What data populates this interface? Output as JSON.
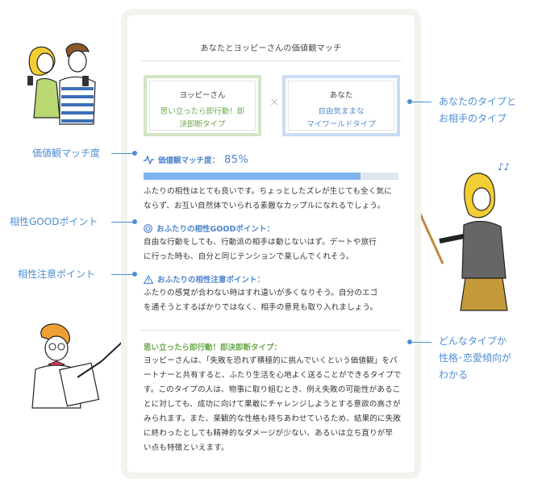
{
  "card": {
    "title": "あなたとヨッピーさんの価値観マッチ",
    "partner": {
      "name": "ヨッピーさん",
      "type_line1": "思い立ったら即行動！即",
      "type_line2": "決即断タイプ"
    },
    "times_symbol": "×",
    "you": {
      "name": "あなた",
      "type_line1": "自由気ままな",
      "type_line2": "マイワールドタイプ"
    },
    "match": {
      "label": "価値観マッチ度：",
      "value": "85%",
      "percent": 85
    },
    "summary_line1": "ふたりの相性はとても良いです。ちょっとしたズレが生じても全く気に",
    "summary_line2": "ならず、お互い自然体でいられる素敵なカップルになれるでしょう。",
    "good": {
      "heading": "おふたりの相性GOODポイント：",
      "line1": "自由な行動をしても、行動派の相手は動じないはず。デートや旅行",
      "line2": "に行った時も、自分と同じテンションで楽しんでくれそう。"
    },
    "caution": {
      "heading": "おふたりの相性注意ポイント：",
      "line1": "ふたりの感覚が合わない時はすれ違いが多くなりそう。自分のエゴ",
      "line2": "を通そうとするばかりではなく、相手の意見も取り入れましょう。"
    },
    "type_detail": {
      "heading": "思い立ったら即行動！即決即断タイプ：",
      "lines": [
        "ヨッピーさんは、「失敗を恐れず積極的に挑んでいくという価値観」をパ",
        "ートナーと共有すると、ふたり生活を心地よく送ることができるタイプで",
        "す。このタイプの人は、物事に取り組むとき、例え失敗の可能性があるこ",
        "とに対しても、成功に向けて果敢にチャレンジしようとする意欲の高さが",
        "みられます。また、楽観的な性格も持ちあわせているため、結果的に失敗",
        "に終わったとしても精神的なダメージが少ない、あるいは立ち直りが早",
        "い点も特徴といえます。"
      ]
    }
  },
  "callouts": {
    "match": "価値観マッチ度",
    "good": "相性GOODポイント",
    "caution": "相性注意ポイント",
    "types_line1": "あなたのタイプと",
    "types_line2": "お相手のタイプ",
    "tendency_line1": "どんなタイプか",
    "tendency_line2": "性格･恋愛傾向が",
    "tendency_line3": "わかる"
  },
  "colors": {
    "accent_blue": "#4d8ed6",
    "accent_green": "#6aa84a",
    "bar_fill": "#7fb4ef"
  },
  "icons": [
    "pulse-icon",
    "double-circle-icon",
    "warning-triangle-icon"
  ]
}
